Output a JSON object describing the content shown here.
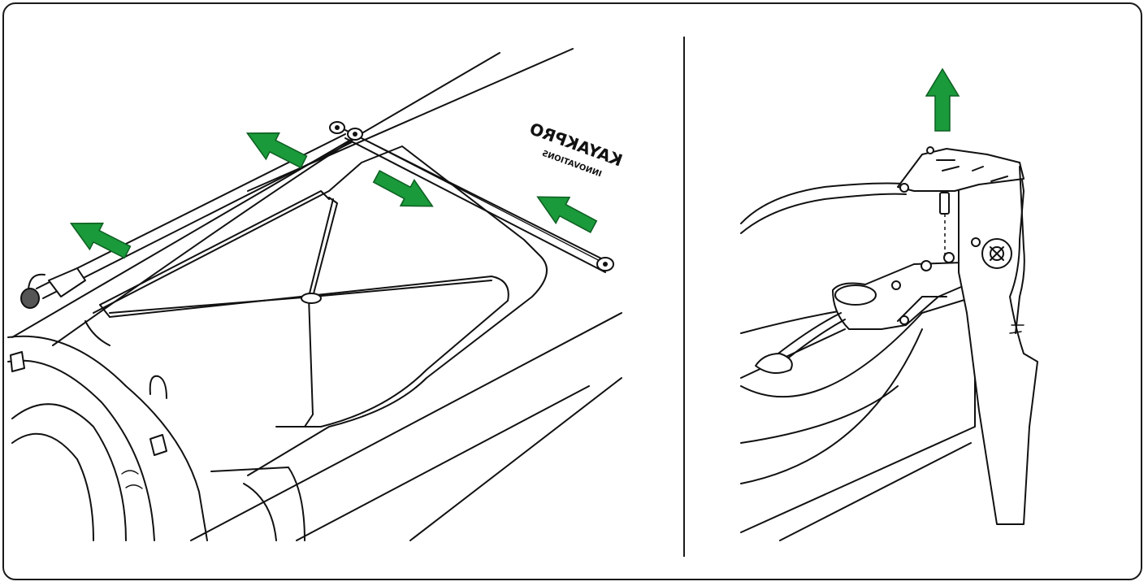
{
  "figure": {
    "brand_logo_line1": "KAYAKPRO",
    "brand_logo_line2": "INNOVATIONS",
    "colors": {
      "arrow": "#1a9a3a",
      "arrow_outline": "#0d5e22",
      "line": "#111111",
      "knob": "#555555"
    },
    "left_panel": {
      "description_icon": "kayak-deck-bungee-icon",
      "arrows": [
        "arrow-left-up",
        "arrow-left-down",
        "arrow-right",
        "arrow-left-right-side"
      ]
    },
    "right_panel": {
      "description_icon": "rudder-lift-icon",
      "arrows": [
        "arrow-up"
      ]
    }
  }
}
